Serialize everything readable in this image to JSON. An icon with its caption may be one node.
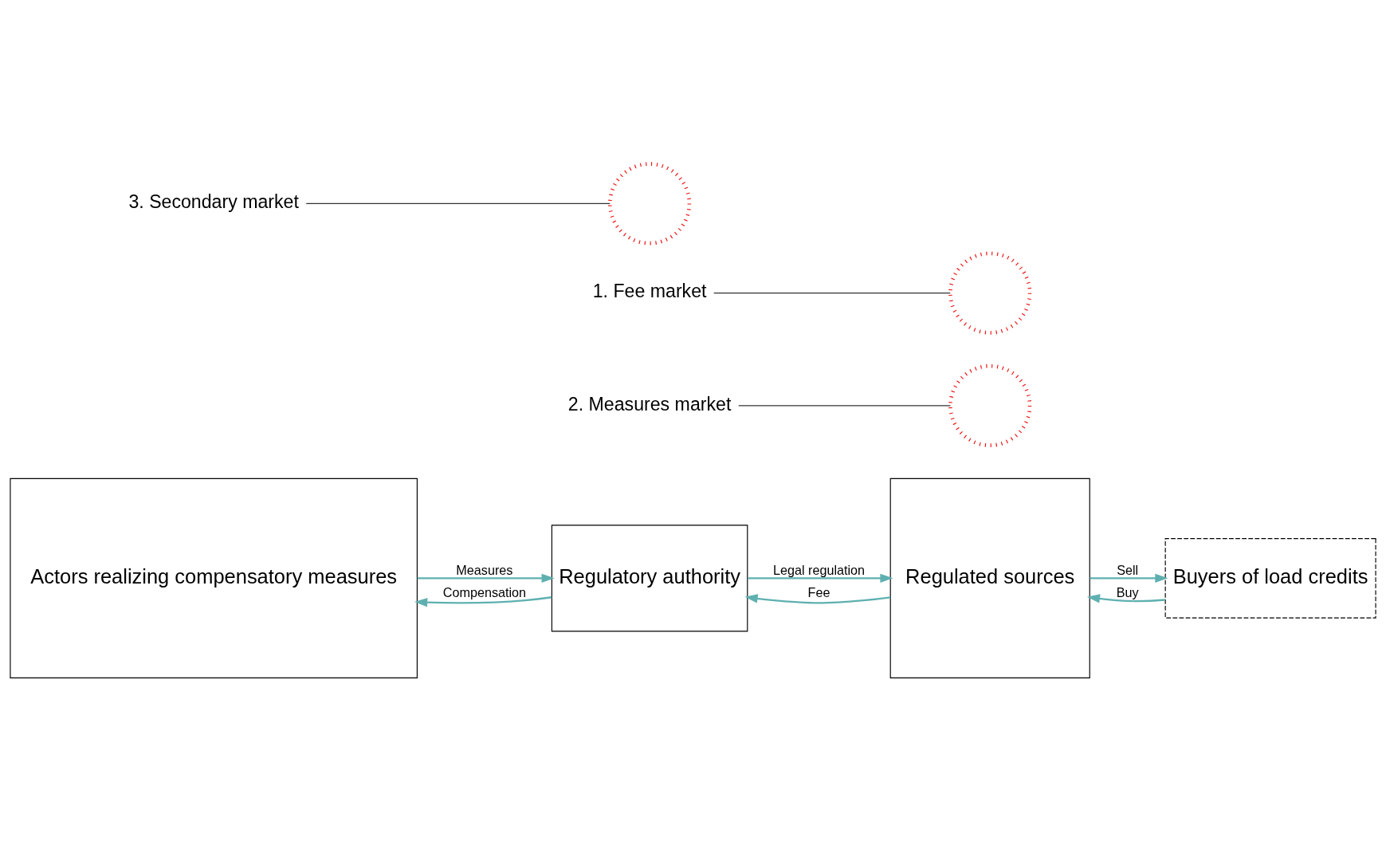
{
  "diagram": {
    "nodes": [
      {
        "text": [
          "Actors realizing compensatory measures"
        ]
      },
      {
        "text": [
          "Regulatory authority"
        ]
      },
      {
        "text": [
          "Regulated sources"
        ]
      },
      {
        "text": [
          "Buyers of load credits"
        ]
      },
      {
        "text": [],
        "shape": "circle"
      },
      {
        "text": [],
        "shape": "circle"
      },
      {
        "text": [],
        "shape": "circle"
      },
      {
        "text": [
          "1. Fee market"
        ]
      },
      {
        "text": [
          "2. Measures market"
        ]
      },
      {
        "text": [
          "3. Secondary market"
        ]
      }
    ],
    "edges": [
      {
        "from": 0,
        "to": 1,
        "arrow": "to",
        "label": "Measures"
      },
      {
        "from": 1,
        "to": 0,
        "arrow": "to",
        "label": "Compensation"
      },
      {
        "from": 1,
        "to": 2,
        "arrow": "to",
        "label": "Legal regulation"
      },
      {
        "from": 2,
        "to": 1,
        "arrow": "to",
        "label": "Fee"
      },
      {
        "from": 2,
        "to": 3,
        "arrow": "to",
        "label": "Sell"
      },
      {
        "from": 3,
        "to": 2,
        "arrow": "to",
        "label": "Buy"
      },
      {
        "from": 7,
        "to": 5,
        "arrow": "none",
        "color": "#333333"
      },
      {
        "from": 8,
        "to": 4,
        "arrow": "none",
        "color": "#333333"
      },
      {
        "from": 9,
        "to": 6,
        "arrow": "none",
        "color": "#333333"
      }
    ]
  }
}
